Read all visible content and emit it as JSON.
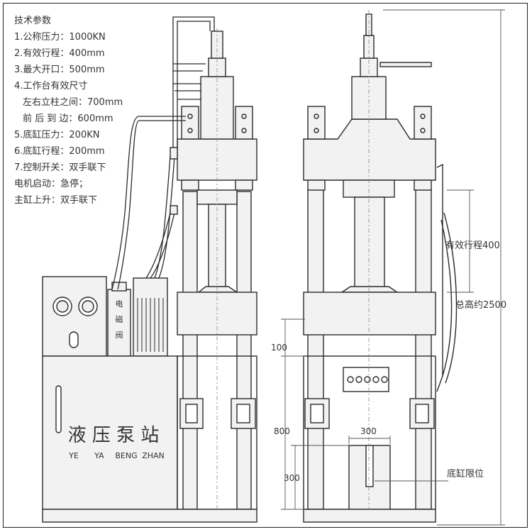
{
  "specs": {
    "title": "技术参数",
    "items": [
      "1.公称压力：1000KN",
      "2.有效行程：400mm",
      "3.最大开口：500mm",
      "4.工作台有效尺寸",
      "左右立柱之间：700mm",
      "前 后 到 边：600mm",
      "5.底缸压力：200KN",
      "6.底缸行程：200mm",
      "7.控制开关：双手联下",
      "电机启动：急停；",
      "主缸上升：双手联下"
    ]
  },
  "pump_station": {
    "name": "液 压 泵 站",
    "pinyin": [
      "YE",
      "YA",
      "BENG",
      "ZHAN"
    ]
  },
  "valve_label": [
    "电",
    "磁",
    "阀"
  ],
  "dimensions": {
    "stroke": "有效行程400",
    "total_height": "总高约2500",
    "d100": "100",
    "d800": "800",
    "d300_w": "300",
    "d300_h": "300",
    "bottom_limit": "底缸限位"
  },
  "colors": {
    "fill": "#f2f2f2",
    "stroke": "#2a2a2a",
    "dim": "#555555"
  }
}
